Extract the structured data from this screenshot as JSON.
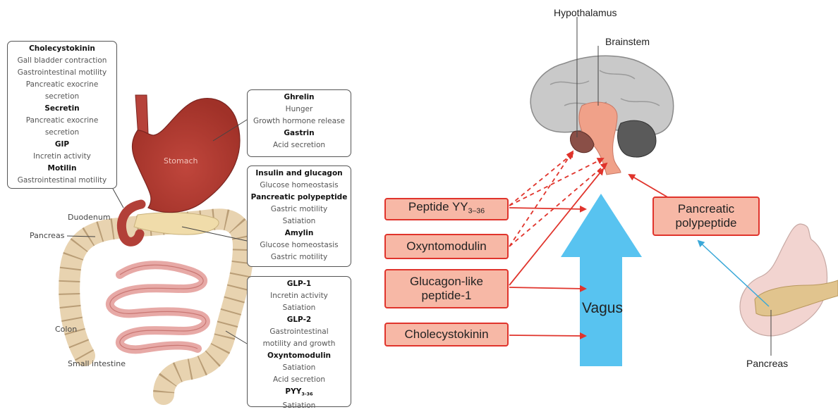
{
  "left_panel": {
    "upper_box": {
      "lines": [
        {
          "text": "Cholecystokinin",
          "head": true
        },
        {
          "text": "Gall bladder contraction",
          "head": false
        },
        {
          "text": "Gastrointestinal motility",
          "head": false
        },
        {
          "text": "Pancreatic exocrine",
          "head": false
        },
        {
          "text": "secretion",
          "head": false
        },
        {
          "text": "Secretin",
          "head": true
        },
        {
          "text": "Pancreatic exocrine",
          "head": false
        },
        {
          "text": "secretion",
          "head": false
        },
        {
          "text": "GIP",
          "head": true
        },
        {
          "text": "Incretin activity",
          "head": false
        },
        {
          "text": "Motilin",
          "head": true
        },
        {
          "text": "Gastrointestinal motility",
          "head": false
        }
      ]
    },
    "stomach_box": {
      "lines": [
        {
          "text": "Ghrelin",
          "head": true
        },
        {
          "text": "Hunger",
          "head": false
        },
        {
          "text": "Growth hormone release",
          "head": false
        },
        {
          "text": "Gastrin",
          "head": true
        },
        {
          "text": "Acid secretion",
          "head": false
        }
      ]
    },
    "pancreas_box": {
      "lines": [
        {
          "text": "Insulin and glucagon",
          "head": true
        },
        {
          "text": "Glucose homeostasis",
          "head": false
        },
        {
          "text": "Pancreatic polypeptide",
          "head": true
        },
        {
          "text": "Gastric motility",
          "head": false
        },
        {
          "text": "Satiation",
          "head": false
        },
        {
          "text": "Amylin",
          "head": true
        },
        {
          "text": "Glucose homeostasis",
          "head": false
        },
        {
          "text": "Gastric motility",
          "head": false
        }
      ]
    },
    "intestine_box": {
      "lines": [
        {
          "text": "GLP-1",
          "head": true
        },
        {
          "text": "Incretin activity",
          "head": false
        },
        {
          "text": "Satiation",
          "head": false
        },
        {
          "text": "GLP-2",
          "head": true
        },
        {
          "text": "Gastrointestinal",
          "head": false
        },
        {
          "text": "motility and growth",
          "head": false
        },
        {
          "text": "Oxyntomodulin",
          "head": true
        },
        {
          "text": "Satiation",
          "head": false
        },
        {
          "text": "Acid secretion",
          "head": false
        },
        {
          "text": "PYY",
          "head": true,
          "sub": "3-36"
        },
        {
          "text": "Satiation",
          "head": false
        }
      ]
    },
    "organ_labels": {
      "stomach": "Stomach",
      "duodenum": "Duodenum",
      "pancreas": "Pancreas",
      "colon": "Colon",
      "small_intestine": "Small intestine"
    }
  },
  "right_panel": {
    "brain_labels": {
      "hypothalamus": "Hypothalamus",
      "brainstem": "Brainstem"
    },
    "hormone_boxes": {
      "pyy": {
        "text": "Peptide YY",
        "sub": "3–36"
      },
      "oxm": {
        "text": "Oxyntomodulin"
      },
      "glp1": {
        "line1": "Glucagon-like",
        "line2": "peptide-1"
      },
      "cck": {
        "text": "Cholecystokinin"
      },
      "pp": {
        "line1": "Pancreatic",
        "line2": "polypeptide"
      }
    },
    "vagus_label": "Vagus",
    "pancreas_label": "Pancreas",
    "colors": {
      "box_fill": "#f7b8a6",
      "box_border": "#e0342c",
      "arrow_red": "#e0342c",
      "vagus_blue": "#58c3f0",
      "pancreas_arrow": "#3aa8d8"
    }
  }
}
